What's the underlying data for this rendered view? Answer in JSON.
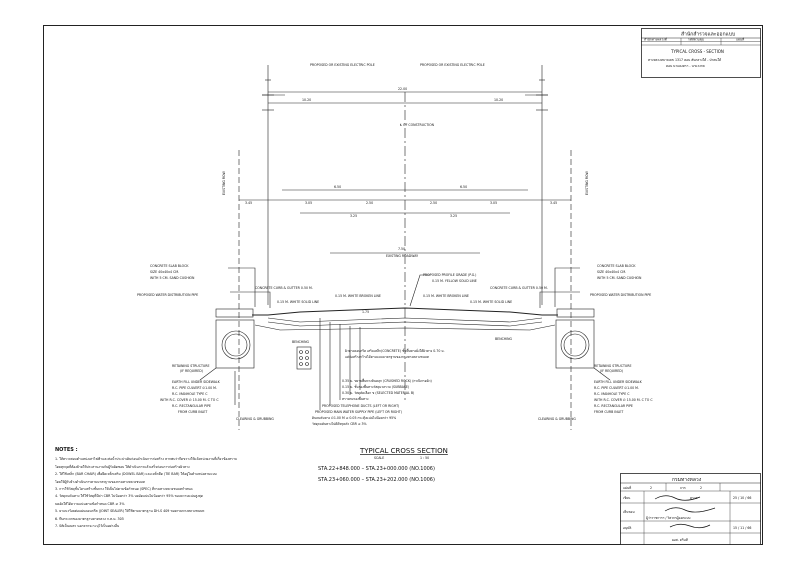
{
  "title_block_top": {
    "agency": "สำนักสำรวจและออกแบบ",
    "row_labels": [
      "สำนักทางหลวงที่",
      "รหัสควบคุม",
      "แผ่นที่"
    ],
    "row_values": [
      "",
      "",
      ""
    ],
    "drawing_title": "TYPICAL CROSS - SECTION",
    "project_line1": "ทางหลวงหมายเลข 1317 ตอน สันกลางใต้ - ป่าตนใต้",
    "project_line2": "ตอน นาแดงตรา - นาแรงกล"
  },
  "left_labels": {
    "concrete_slab": "CONCRETE SLAB BLOCK",
    "slab_size": "SIZE 40x40x4 CM.",
    "sand_cushion": "WITH 5 CM. SAND CUSHION",
    "water_pipe": "PROPOSED WATER DISTRIBUTION PIPE",
    "retaining": "RETAINING STRUCTURE",
    "if_required": "(IF REQUIRED)",
    "earth_fill": "EARTH FILL UNDER SIDEWALK",
    "rc_pipe": "R.C. PIPE CULVERT ∅1.00 M.",
    "manhole": "R.C. MANHOLE TYPE C",
    "cover": "WITH R.C. COVER ∅ 15.00 M. C TO C",
    "rect_pipe": "R.C. RECTANGULAR PIPE",
    "curb_inlet": "FROM CURB INLET",
    "clearing": "CLEARING & GRUBBING",
    "curb_gutter": "CONCRETE CURB & GUTTER 0.50 M.",
    "white_solid": "0.15 M. WHITE SOLID LINE",
    "white_broken": "0.15 M. WHITE BROKEN LINE",
    "benching": "BENCHING"
  },
  "right_labels": {
    "concrete_slab": "CONCRETE SLAB BLOCK",
    "slab_size": "SIZE 40x40x4 CM.",
    "sand_cushion": "WITH 5 CM. SAND CUSHION",
    "water_pipe": "PROPOSED WATER DISTRIBUTION PIPE",
    "retaining": "RETAINING STRUCTURE",
    "if_required": "(IF REQUIRED)",
    "earth_fill": "EARTH FILL UNDER SIDEWALK",
    "rc_pipe": "R.C. PIPE CULVERT ∅1.00 M.",
    "manhole": "R.C. MANHOLE TYPE C",
    "cover": "WITH R.C. COVER ∅ 15.00 M. C TO C",
    "rect_pipe": "R.C. RECTANGULAR PIPE",
    "curb_inlet": "FROM CURB INLET",
    "clearing": "CLEARING & GRUBBING",
    "curb_gutter": "CONCRETE CURB & GUTTER 0.50 M.",
    "white_solid": "0.15 M. WHITE SOLID LINE",
    "white_broken": "0.15 M. WHITE BROKEN LINE",
    "benching": "BENCHING"
  },
  "center_labels": {
    "pole_left": "PROPOSED OR EXISTING ELECTRIC POLE",
    "pole_right": "PROPOSED OR EXISTING ELECTRIC POLE",
    "construction": "℄ OF CONSTRUCTION",
    "row_left": "EXISTING ROW",
    "row_right": "EXISTING ROW",
    "profile_grade": "PROPOSED PROFILE GRADE (P.G.)",
    "yellow_solid": "0.15 M. YELLOW SOLID LINE",
    "slope": "1.75",
    "pavement": "ผิวทางคอนกรีต เสริมเหล็ก(CONCRETE) ชั้นพื้นทางฝั่งใต้ผิวทาง 0.70 ม.",
    "pavement2": "แต่ก่อสร้างกว้างได้ตามแบบมาตรฐานของกรมทางหลวงชนบท",
    "base1": "0.35 ม. ขยายพื้นทางหินคลุก (CRUSHED ROCK) (กรณีเกรดผิว)",
    "base2": "0.15 ม. ชั้นรองพื้นทางวัสดุมวลรวม (SUBBASE)",
    "base3": "0.30 ม. วัสดุคัดเลือก ข (SELECTED MATERIAL B)",
    "sand": "ทรายถมรองพื้นทาง",
    "telephone": "PROPOSED TELEPHONE DUCTS (LEFT OR RIGHT)",
    "water_supply": "PROPOSED MAIN WATER SUPPLY PIPE (LEFT OR RIGHT)",
    "subgrade": "ดินถมคันทาง ∅1.00 M ≥ 0.05 กระทุ้งแน่นไม่น้อยกว่า 95%",
    "embankment": "วัสดุถมคันทางไม่ดีดีทรุดตัว CBR ≥ 3%"
  },
  "dimensions": {
    "top_total": "22.00",
    "left_outer": "10.20",
    "right_outer": "10.20",
    "mid_left": "6.50",
    "mid_right": "6.50",
    "sidewalk_left": "3.45",
    "sidewalk_right": "3.45",
    "lane_a": "3.05",
    "lane_b": "2.50",
    "lane_c": "2.50",
    "lane_d": "3.05",
    "inner_left": "3.25",
    "inner_right": "3.25",
    "median": "7.50",
    "median_sub": "EXISTING ROADWAY"
  },
  "section_title": {
    "main": "TYPICAL CROSS SECTION",
    "scale": "1 : 50",
    "scale_label": "SCALE",
    "line1": "STA.22+848.000  –  STA.23+000.000  (NO.1006)",
    "line2": "STA.23+060.000  –  STA.23+202.000  (NO.1006)"
  },
  "notes": {
    "heading": "NOTES :",
    "items": [
      "1.  ให้ตรวจสอบตำแหน่งเสาไฟฟ้าและท่อน้ำประปาเดิมก่อนดำเนินการก่อสร้าง หากพบว่ากีดขวางให้แจ้งหน่วยงานที่เกี่ยวข้องทราบ",
      "     โดยทุกจุดที่ต้องย้ายให้ประสานงานกับผู้รับผิดชอบ ให้ดำเนินการแล้วเสร็จก่อนการก่อสร้างผิวทาง",
      "2.  ให้ใช้เหล็ก (BAR CHAIR) เพื่อยึดเหล็กเสริม (DOWEL BAR) และเหล็กยึด (TIE BAR) ให้อยู่ในตำแหน่งตามแบบ",
      "     โดยให้ผู้รับจ้างดำเนินการตามมาตรฐานของกรมทางหลวงชนบท",
      "3.  การใช้วัสดุชั้นโครงสร้างชั้นทาง ให้เป็นไปตามข้อกำหนด (SPEC) ที่กรมทางหลวงชนบทกำหนด",
      "4.  วัสดุถมคันทาง ให้ใช้วัสดุที่มีค่า CBR ไม่น้อยกว่า 3% บดอัดแน่นไม่น้อยกว่า 95% ของความแน่นสูงสุด",
      "     บดอัดให้ได้ความแน่นตามข้อกำหนด CBR ≥ 3%",
      "5.  ยาแนวร้อยต่อแผ่นคอนกรีต (JOINT SEALER) ให้ใช้ตามมาตรฐาน DH-S 409 ของกรมทางหลวงชนบท",
      "6.  ทึบกระจกของมาตรฐานทางหลวง ก.ท.ม. 305",
      "7.  มิติเป็นเมตร นอกจากจะระบุไว้เป็นอย่างอื่น"
    ]
  },
  "title_block_bottom": {
    "dept": "กรมทางหลวง",
    "sheet_label": "แผ่นที่",
    "sheet_value": "2",
    "total_label": "จาก",
    "total_value": "2",
    "drawn_label": "เขียน",
    "drawn_value": "ตรวจ",
    "checked_label": "เห็นชอบ",
    "approved_label": "อนุมัติ",
    "signatory": "ผอส. ตรีนที",
    "date1": "25 / 10 / 66",
    "date2": "15 / 11 / 66",
    "sig_label": "ผู้ว่าราชการฯ / วิศวกรผู้ออกแบบ"
  }
}
